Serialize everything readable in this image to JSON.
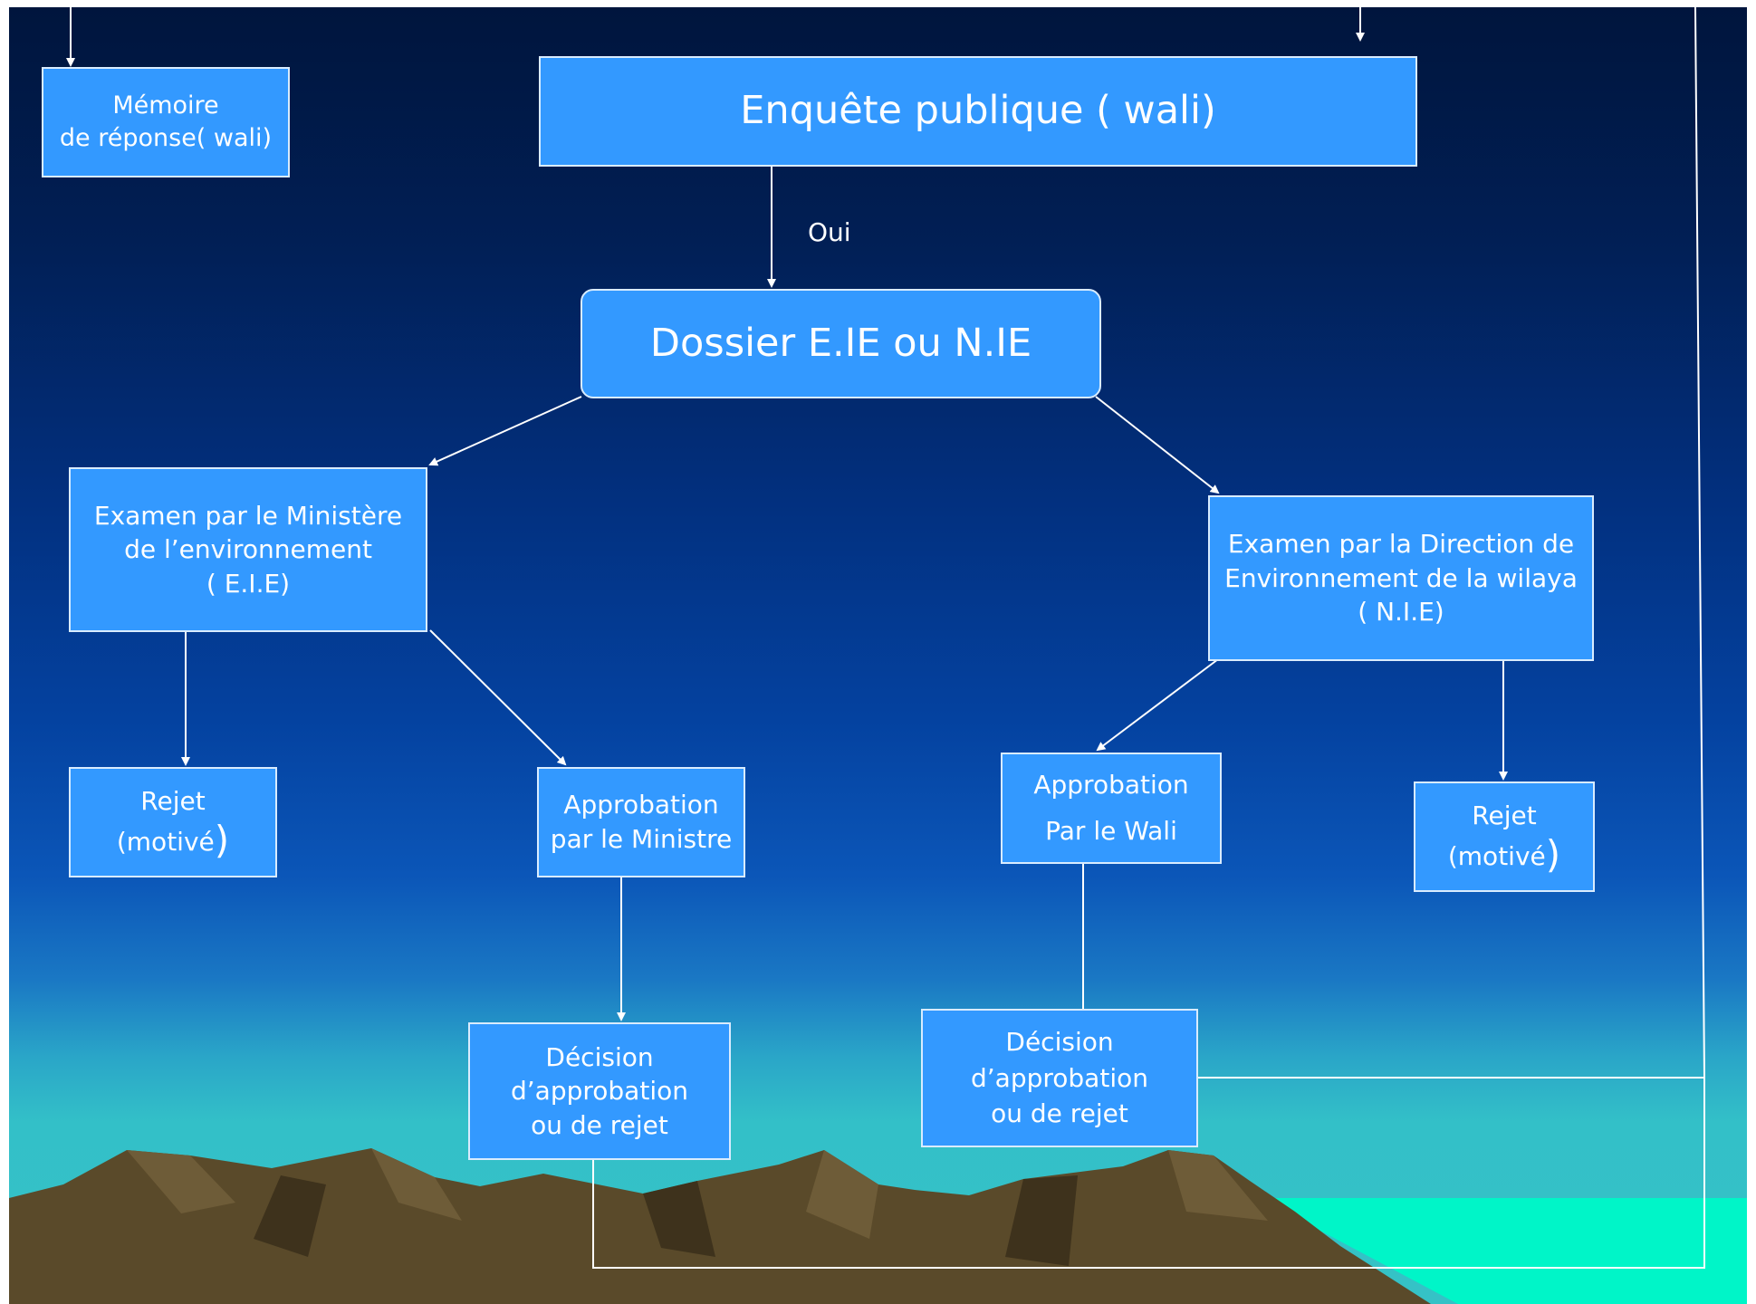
{
  "colors": {
    "box_fill": "#3399ff",
    "box_border": "#d9ecff",
    "connector": "#ffffff",
    "text": "#ffffff",
    "mountain": "#5a4a2a",
    "sea": "#00f5c8"
  },
  "nodes": {
    "memoire": {
      "lines": [
        "Mémoire",
        "de réponse( wali)"
      ]
    },
    "enquete": {
      "lines": [
        "Enquête publique ( wali)"
      ]
    },
    "oui": {
      "text": "Oui"
    },
    "dossier": {
      "lines": [
        "Dossier E.IE ou N.IE"
      ]
    },
    "examen_ministere": {
      "lines": [
        "Examen par le Ministère",
        "de l’environnement",
        "( E.I.E)"
      ]
    },
    "examen_direction": {
      "lines": [
        "Examen par la Direction de",
        "Environnement de la wilaya",
        "( N.I.E)"
      ]
    },
    "rejet_left": {
      "line1": "Rejet",
      "line2": "(motivé",
      "paren": ")"
    },
    "approbation_ministre": {
      "lines": [
        "Approbation",
        "par le Ministre"
      ]
    },
    "approbation_wali": {
      "lines": [
        "Approbation",
        "Par le Wali"
      ]
    },
    "rejet_right": {
      "line1": "Rejet",
      "line2": "(motivé",
      "paren": ")"
    },
    "decision_left": {
      "lines": [
        "Décision",
        "d’approbation",
        "ou de rejet"
      ]
    },
    "decision_right": {
      "lines": [
        "Décision",
        "d’approbation",
        "ou de rejet"
      ]
    }
  }
}
